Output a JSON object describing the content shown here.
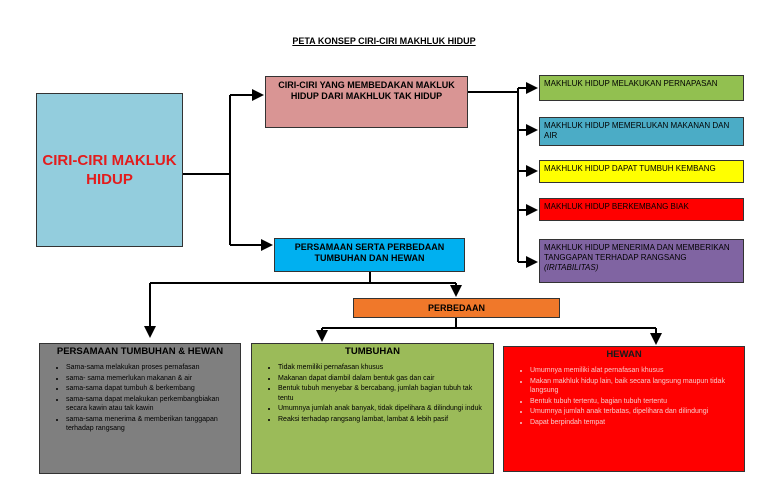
{
  "title": "PETA KONSEP CIRI-CIRI MAKHLUK HIDUP",
  "main_concept": "CIRI-CIRI MAKLUK HIDUP",
  "branch_difference": "CIRI-CIRI YANG MEMBEDAKAN MAKLUK HIDUP DARI MAKHLUK TAK HIDUP",
  "branch_similarity": "PERSAMAAN SERTA PERBEDAAN TUMBUHAN DAN HEWAN",
  "traits": [
    {
      "text": "MAKHLUK HIDUP MELAKUKAN PERNAPASAN",
      "color": "#92c050"
    },
    {
      "text": "MAKHLUK HIDUP MEMERLUKAN MAKANAN DAN AIR",
      "color": "#4bacc6"
    },
    {
      "text": "MAKHLUK HIDUP DAPAT TUMBUH KEMBANG",
      "color": "#ffff00"
    },
    {
      "text": "MAKHLUK HIDUP BERKEMBANG BIAK",
      "color": "#ff0000"
    },
    {
      "text": "MAKHLUK HIDUP MENERIMA DAN MEMBERIKAN TANGGAPAN TERHADAP RANGSANG",
      "italic_suffix": "(IRITABILITAS)",
      "color": "#8064a2"
    }
  ],
  "perbedaan": "PERBEDAAN",
  "similarities": {
    "title": "PERSAMAAN TUMBUHAN & HEWAN",
    "color": "#7f7f7f",
    "items": [
      "Sama-sama melakukan proses pernafasan",
      "sama- sama memerlukan makanan & air",
      "sama-sama dapat tumbuh & berkembang",
      "sama-sama dapat melakukan perkembangbiakan    secara kawin atau tak kawin",
      "sama-sama menerima & memberikan tanggapan terhadap rangsang"
    ]
  },
  "plants": {
    "title": "TUMBUHAN",
    "color": "#9bbb59",
    "items": [
      "Tidak memiliki pernafasan khusus",
      "Makanan dapat diambil dalam bentuk gas dan cair",
      "Bentuk tubuh menyebar & bercabang, jumlah bagian tubuh tak tentu",
      "Umumnya jumlah anak banyak, tidak dipelihara & dilindungi induk",
      "Reaksi terhadap rangsang lambat, lambat & lebih pasif"
    ]
  },
  "animals": {
    "title": "HEWAN",
    "color": "#ff0000",
    "items": [
      "Umumnya memiliki alat pernafasan khusus",
      "Makan makhluk hidup lain, baik secara langsung maupun tidak langsung",
      "Bentuk tubuh tertentu, bagian tubuh tertentu",
      "Umumnya jumlah anak terbatas, dipelihara dan dilindungi",
      "Dapat berpindah tempat"
    ]
  }
}
